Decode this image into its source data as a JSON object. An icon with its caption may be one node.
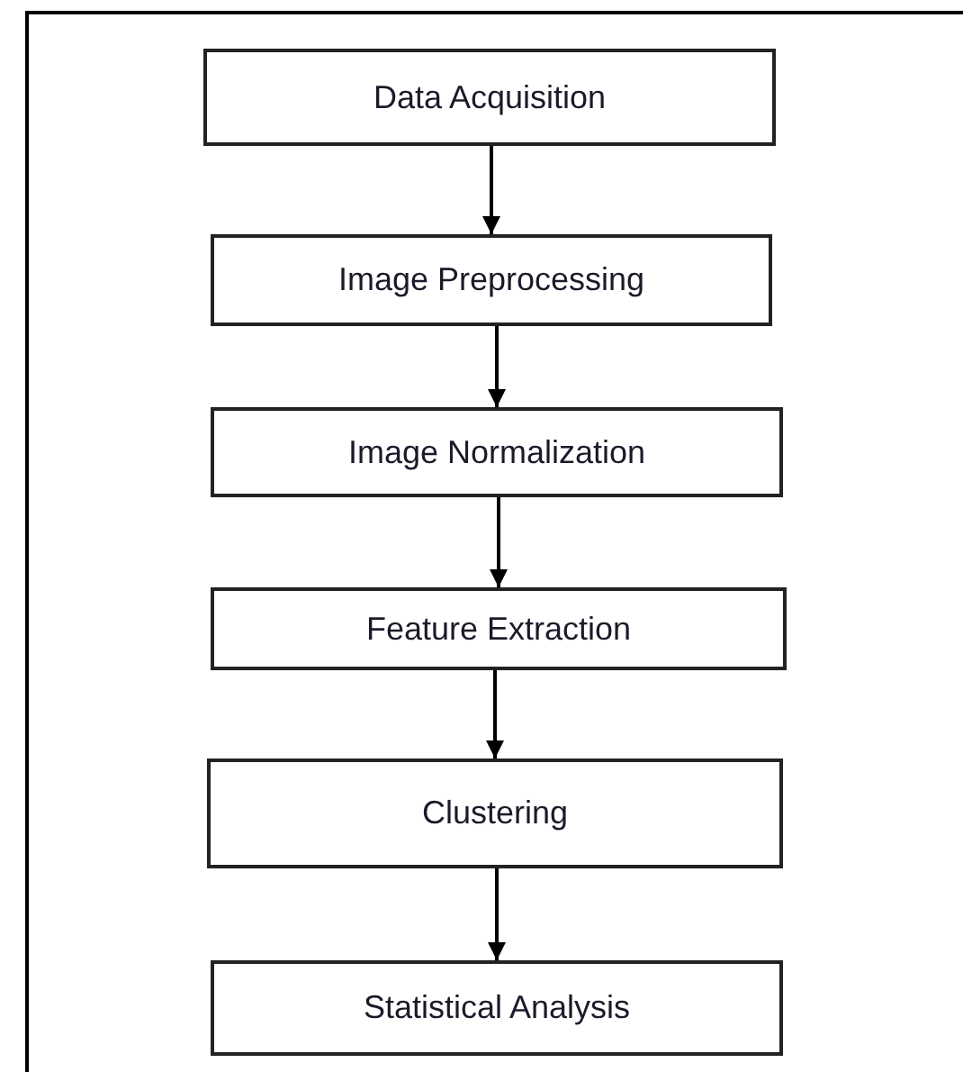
{
  "diagram": {
    "nodes": [
      {
        "text": [
          "Data Acquisition"
        ]
      },
      {
        "text": [
          "Image Preprocessing"
        ]
      },
      {
        "text": [
          "Image Normalization"
        ]
      },
      {
        "text": [
          "Feature Extraction"
        ]
      },
      {
        "text": [
          "Clustering"
        ]
      },
      {
        "text": [
          "Statistical Analysis"
        ]
      }
    ],
    "edges": [
      {
        "from": 0,
        "to": 1,
        "arrow": "to"
      },
      {
        "from": 1,
        "to": 2,
        "arrow": "to"
      },
      {
        "from": 2,
        "to": 3,
        "arrow": "to"
      },
      {
        "from": 3,
        "to": 4,
        "arrow": "to"
      },
      {
        "from": 4,
        "to": 5,
        "arrow": "to"
      }
    ]
  }
}
